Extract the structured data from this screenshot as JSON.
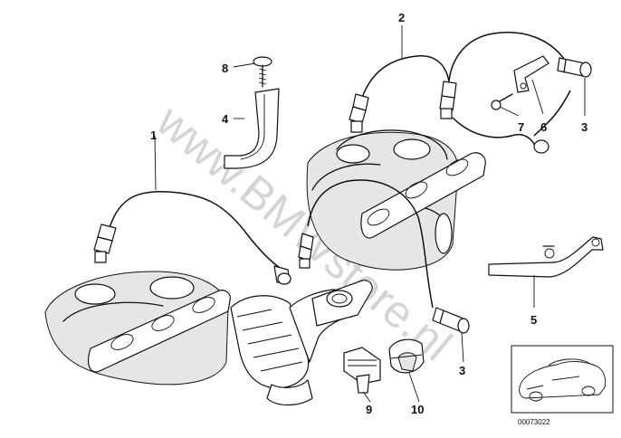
{
  "diagram": {
    "watermark": "www.BMWstore.nl",
    "image_code": "00073022",
    "callouts": [
      {
        "id": "c1",
        "label": "1"
      },
      {
        "id": "c2",
        "label": "2"
      },
      {
        "id": "c3a",
        "label": "3"
      },
      {
        "id": "c3b",
        "label": "3"
      },
      {
        "id": "c4",
        "label": "4"
      },
      {
        "id": "c5",
        "label": "5"
      },
      {
        "id": "c6",
        "label": "6"
      },
      {
        "id": "c7",
        "label": "7"
      },
      {
        "id": "c8",
        "label": "8"
      },
      {
        "id": "c9",
        "label": "9"
      },
      {
        "id": "c10",
        "label": "10"
      }
    ]
  }
}
